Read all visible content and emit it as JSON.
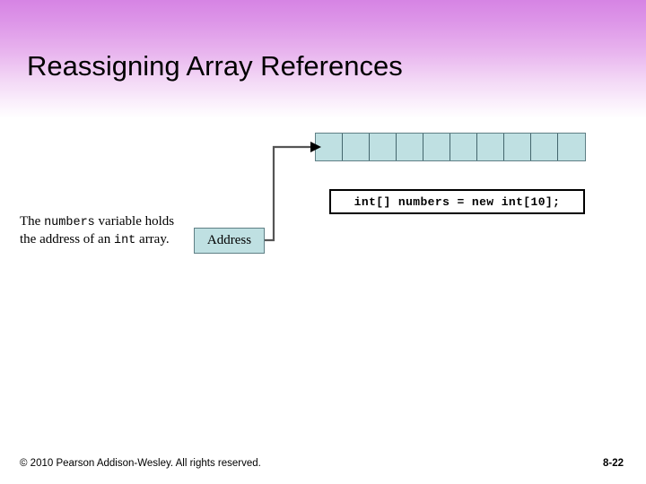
{
  "slide": {
    "title": "Reassigning Array References",
    "header_gradient_top_color": "#d684e4",
    "header_gradient_bottom_color": "#ffffff"
  },
  "diagram": {
    "array": {
      "cell_count": 10,
      "fill_color": "#bfe0e2",
      "border_color": "#5f7f85"
    },
    "code_box": {
      "code": "int[] numbers = new int[10];",
      "border_color": "#000000",
      "background_color": "#ffffff"
    },
    "address_box": {
      "label": "Address",
      "fill_color": "#bfe0e2",
      "border_color": "#5f7f85"
    },
    "connector": {
      "name": "address-to-array-arrow",
      "color": "#555555"
    }
  },
  "description": {
    "part1": "The ",
    "code1": "numbers",
    "part2": " variable holds the address of an ",
    "code2": "int",
    "part3": " array."
  },
  "footer": {
    "copyright": "© 2010 Pearson Addison-Wesley. All rights reserved.",
    "page_number": "8-22"
  }
}
